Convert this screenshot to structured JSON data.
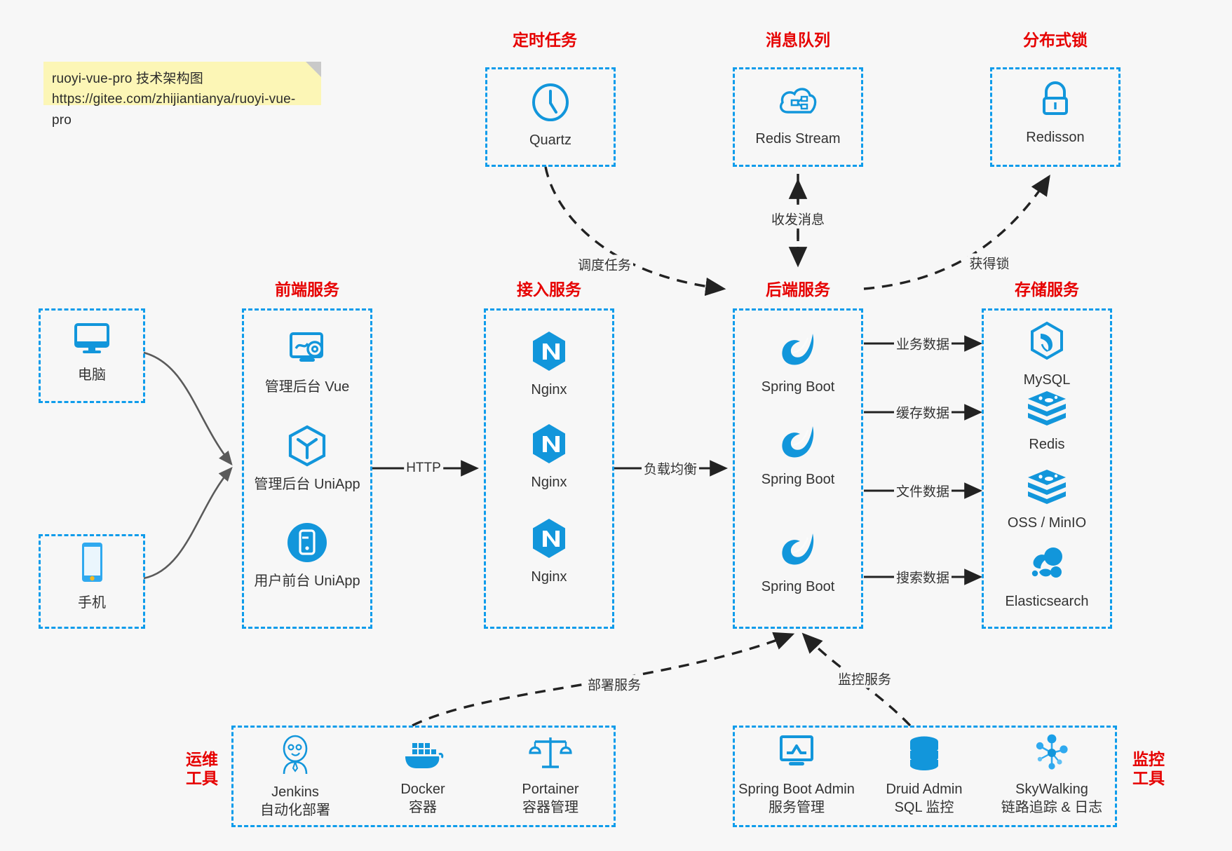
{
  "note": {
    "line1": "ruoyi-vue-pro 技术架构图",
    "line2": "https://gitee.com/zhijiantianya/ruoyi-vue-pro"
  },
  "colors": {
    "accent_blue": "#0e9ceb",
    "group_title_red": "#e60000",
    "icon_blue": "#1296db",
    "note_yellow": "#fcf6b6",
    "background": "#f7f7f7",
    "edge_gray": "#555555"
  },
  "groups": {
    "scheduler": {
      "title": "定时任务",
      "nodes": [
        {
          "label": "Quartz",
          "icon": "clock-icon"
        }
      ]
    },
    "mq": {
      "title": "消息队列",
      "nodes": [
        {
          "label": "Redis Stream",
          "icon": "cloud-stream-icon"
        }
      ]
    },
    "lock": {
      "title": "分布式锁",
      "nodes": [
        {
          "label": "Redisson",
          "icon": "lock-icon"
        }
      ]
    },
    "clients": {
      "nodes": [
        {
          "label": "电脑",
          "icon": "desktop-icon"
        },
        {
          "label": "手机",
          "icon": "mobile-icon"
        }
      ]
    },
    "frontend": {
      "title": "前端服务",
      "nodes": [
        {
          "label": "管理后台 Vue",
          "icon": "dashboard-gear-icon"
        },
        {
          "label": "管理后台 UniApp",
          "icon": "hexagon-cube-icon"
        },
        {
          "label": "用户前台 UniApp",
          "icon": "app-circle-icon"
        }
      ]
    },
    "gateway": {
      "title": "接入服务",
      "nodes": [
        {
          "label": "Nginx",
          "icon": "nginx-icon"
        },
        {
          "label": "Nginx",
          "icon": "nginx-icon"
        },
        {
          "label": "Nginx",
          "icon": "nginx-icon"
        }
      ]
    },
    "backend": {
      "title": "后端服务",
      "nodes": [
        {
          "label": "Spring Boot",
          "icon": "spring-leaf-icon"
        },
        {
          "label": "Spring Boot",
          "icon": "spring-leaf-icon"
        },
        {
          "label": "Spring Boot",
          "icon": "spring-leaf-icon"
        }
      ]
    },
    "storage": {
      "title": "存储服务",
      "nodes": [
        {
          "label": "MySQL",
          "icon": "mysql-dolphin-icon"
        },
        {
          "label": "Redis",
          "icon": "redis-stack-icon"
        },
        {
          "label": "OSS / MinIO",
          "icon": "redis-stack-icon"
        },
        {
          "label": "Elasticsearch",
          "icon": "elasticsearch-icon"
        }
      ]
    },
    "ops": {
      "title_line1": "运维",
      "title_line2": "工具",
      "nodes": [
        {
          "label": "Jenkins",
          "sublabel": "自动化部署",
          "icon": "jenkins-butler-icon"
        },
        {
          "label": "Docker",
          "sublabel": "容器",
          "icon": "docker-whale-icon"
        },
        {
          "label": "Portainer",
          "sublabel": "容器管理",
          "icon": "scales-icon"
        }
      ]
    },
    "monitor": {
      "title_line1": "监控",
      "title_line2": "工具",
      "nodes": [
        {
          "label": "Spring Boot Admin",
          "sublabel": "服务管理",
          "icon": "monitor-chart-icon"
        },
        {
          "label": "Druid Admin",
          "sublabel": "SQL 监控",
          "icon": "database-icon"
        },
        {
          "label": "SkyWalking",
          "sublabel": "链路追踪 & 日志",
          "icon": "skywalking-node-icon"
        }
      ]
    }
  },
  "edges": [
    {
      "id": "http",
      "label": "HTTP",
      "from": "frontend",
      "to": "gateway",
      "style": "solid"
    },
    {
      "id": "lb",
      "label": "负载均衡",
      "from": "gateway",
      "to": "backend",
      "style": "solid"
    },
    {
      "id": "biz",
      "label": "业务数据",
      "from": "backend",
      "to": "mysql",
      "style": "solid"
    },
    {
      "id": "cache",
      "label": "缓存数据",
      "from": "backend",
      "to": "redis",
      "style": "solid"
    },
    {
      "id": "file",
      "label": "文件数据",
      "from": "backend",
      "to": "oss",
      "style": "solid"
    },
    {
      "id": "search",
      "label": "搜索数据",
      "from": "backend",
      "to": "elasticsearch",
      "style": "solid"
    },
    {
      "id": "schedule",
      "label": "调度任务",
      "from": "quartz",
      "to": "backend",
      "style": "dashed"
    },
    {
      "id": "message",
      "label": "收发消息",
      "from": "backend",
      "to": "redis-stream",
      "style": "dashed-bidirectional"
    },
    {
      "id": "getlock",
      "label": "获得锁",
      "from": "backend",
      "to": "redisson",
      "style": "dashed"
    },
    {
      "id": "deploy",
      "label": "部署服务",
      "from": "ops",
      "to": "backend",
      "style": "dashed"
    },
    {
      "id": "monitor",
      "label": "监控服务",
      "from": "monitor",
      "to": "backend",
      "style": "dashed"
    }
  ]
}
